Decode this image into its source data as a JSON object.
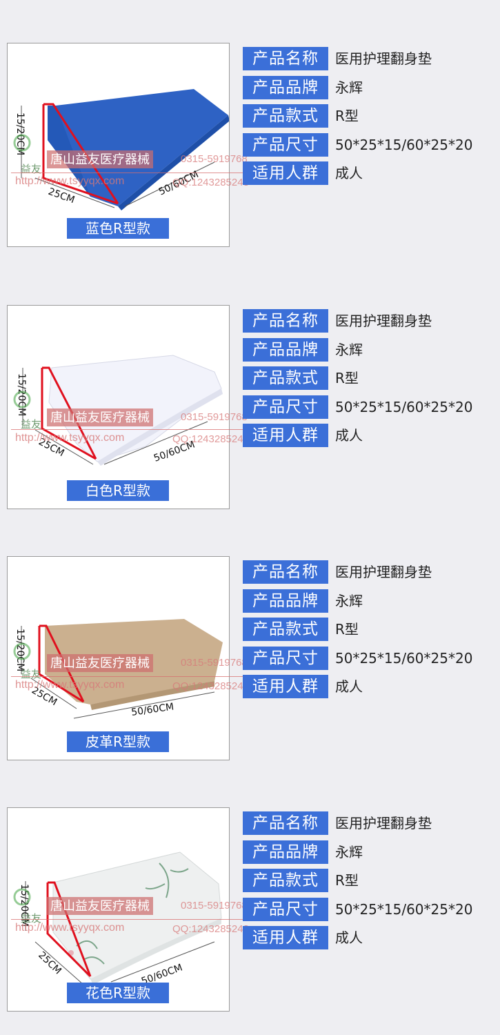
{
  "spec_labels": [
    "产品名称",
    "产品品牌",
    "产品款式",
    "产品尺寸",
    "适用人群"
  ],
  "spec_values": [
    "医用护理翻身垫",
    "永辉",
    "R型",
    "50*25*15/60*25*20",
    "成人"
  ],
  "watermark": {
    "company": "唐山益友医疗器械",
    "phone": "0315-5919768",
    "url": "http://www.tsyyqx.com",
    "qq": "QQ:1243285248",
    "logo_text": "益友"
  },
  "dimensions": {
    "height": "15/20CM",
    "width": "25CM",
    "length": "50/60CM"
  },
  "colors": {
    "label_bg": "#3b6fd8",
    "outline": "#e0101e",
    "blue_fabric": "#2e62c4",
    "white_fabric": "#f2f3fb",
    "leather": "#cbb08f",
    "floral": "#eef0f0"
  },
  "products": [
    {
      "caption": "蓝色R型款"
    },
    {
      "caption": "白色R型款"
    },
    {
      "caption": "皮革R型款"
    },
    {
      "caption": "花色R型款"
    }
  ]
}
